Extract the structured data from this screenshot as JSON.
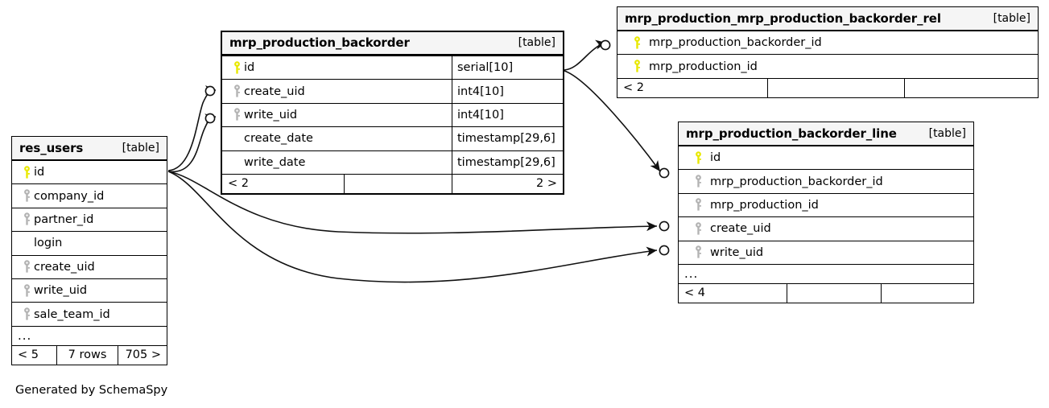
{
  "diagram": {
    "generator_note": "Generated by SchemaSpy",
    "table_tag": "[table]",
    "ellipsis": "...",
    "colors": {
      "primary_key": "#e8e800",
      "foreign_key": "#b3b3b3",
      "header_background": "#f5f5f5",
      "border": "#000000",
      "edge": "#1a1a1a",
      "background": "#ffffff"
    }
  },
  "tables": [
    {
      "id": "res_users",
      "name": "res_users",
      "tag": "[table]",
      "columns": [
        {
          "name": "id",
          "key": "primary"
        },
        {
          "name": "company_id",
          "key": "foreign"
        },
        {
          "name": "partner_id",
          "key": "foreign"
        },
        {
          "name": "login",
          "key": "none"
        },
        {
          "name": "create_uid",
          "key": "foreign"
        },
        {
          "name": "write_uid",
          "key": "foreign"
        },
        {
          "name": "sale_team_id",
          "key": "foreign"
        }
      ],
      "has_ellipsis": true,
      "footer": [
        {
          "text": "< 5",
          "align": "left"
        },
        {
          "text": "7 rows",
          "align": "center"
        },
        {
          "text": "705 >",
          "align": "right"
        }
      ]
    },
    {
      "id": "mrp_production_backorder",
      "name": "mrp_production_backorder",
      "tag": "[table]",
      "columns": [
        {
          "name": "id",
          "key": "primary",
          "type": "serial[10]"
        },
        {
          "name": "create_uid",
          "key": "foreign",
          "type": "int4[10]"
        },
        {
          "name": "write_uid",
          "key": "foreign",
          "type": "int4[10]"
        },
        {
          "name": "create_date",
          "key": "none",
          "type": "timestamp[29,6]"
        },
        {
          "name": "write_date",
          "key": "none",
          "type": "timestamp[29,6]"
        }
      ],
      "has_ellipsis": false,
      "footer": [
        {
          "text": "< 2",
          "align": "left"
        },
        {
          "text": "",
          "align": "left"
        },
        {
          "text": "2 >",
          "align": "right"
        }
      ]
    },
    {
      "id": "mrp_production_mrp_production_backorder_rel",
      "name": "mrp_production_mrp_production_backorder_rel",
      "tag": "[table]",
      "columns": [
        {
          "name": "mrp_production_backorder_id",
          "key": "primary"
        },
        {
          "name": "mrp_production_id",
          "key": "primary"
        }
      ],
      "has_ellipsis": false,
      "footer": [
        {
          "text": "< 2",
          "align": "left"
        },
        {
          "text": "",
          "align": "left"
        },
        {
          "text": "",
          "align": "left"
        }
      ]
    },
    {
      "id": "mrp_production_backorder_line",
      "name": "mrp_production_backorder_line",
      "tag": "[table]",
      "columns": [
        {
          "name": "id",
          "key": "primary"
        },
        {
          "name": "mrp_production_backorder_id",
          "key": "foreign"
        },
        {
          "name": "mrp_production_id",
          "key": "foreign"
        },
        {
          "name": "create_uid",
          "key": "foreign"
        },
        {
          "name": "write_uid",
          "key": "foreign"
        }
      ],
      "has_ellipsis": true,
      "footer": [
        {
          "text": "< 4",
          "align": "left"
        },
        {
          "text": "",
          "align": "left"
        },
        {
          "text": "",
          "align": "left"
        }
      ]
    }
  ],
  "relationships": [
    {
      "from_table": "res_users",
      "from_column": "id",
      "to_table": "mrp_production_backorder",
      "to_column": "create_uid"
    },
    {
      "from_table": "res_users",
      "from_column": "id",
      "to_table": "mrp_production_backorder",
      "to_column": "write_uid"
    },
    {
      "from_table": "res_users",
      "from_column": "id",
      "to_table": "mrp_production_backorder_line",
      "to_column": "create_uid"
    },
    {
      "from_table": "res_users",
      "from_column": "id",
      "to_table": "mrp_production_backorder_line",
      "to_column": "write_uid"
    },
    {
      "from_table": "mrp_production_backorder",
      "from_column": "id",
      "to_table": "mrp_production_mrp_production_backorder_rel",
      "to_column": "mrp_production_backorder_id"
    },
    {
      "from_table": "mrp_production_backorder",
      "from_column": "id",
      "to_table": "mrp_production_backorder_line",
      "to_column": "mrp_production_backorder_id"
    }
  ]
}
